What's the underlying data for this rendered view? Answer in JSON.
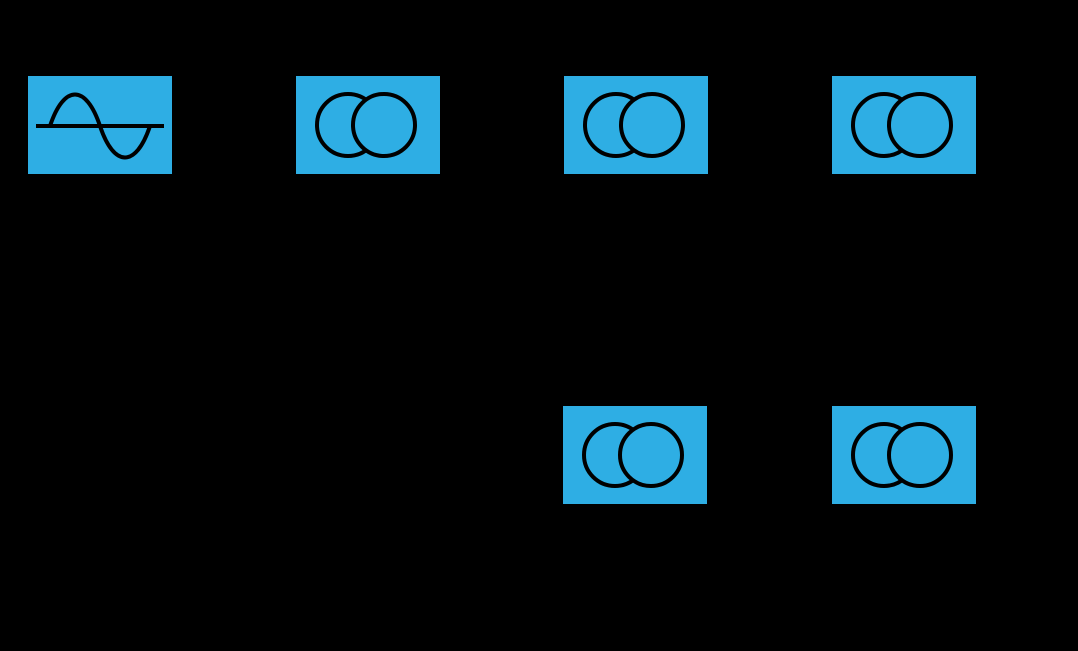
{
  "colors": {
    "background": "#000000",
    "block_fill": "#2EAEE4",
    "symbol_stroke": "#000000"
  },
  "blocks": [
    {
      "id": "generator",
      "symbol": "sine-wave-icon"
    },
    {
      "id": "transformer-1",
      "symbol": "transformer-icon"
    },
    {
      "id": "transformer-2",
      "symbol": "transformer-icon"
    },
    {
      "id": "transformer-3",
      "symbol": "transformer-icon"
    },
    {
      "id": "transformer-4",
      "symbol": "transformer-icon"
    },
    {
      "id": "transformer-5",
      "symbol": "transformer-icon"
    }
  ]
}
